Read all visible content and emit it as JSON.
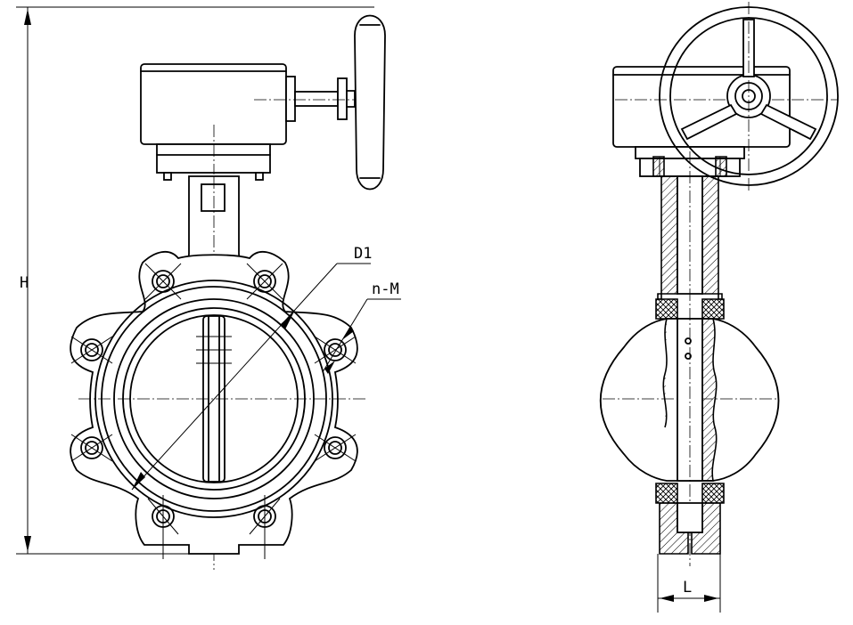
{
  "labels": {
    "height": "H",
    "bolt_circle": "D1",
    "bolt_holes": "n-M",
    "face_length": "L"
  }
}
